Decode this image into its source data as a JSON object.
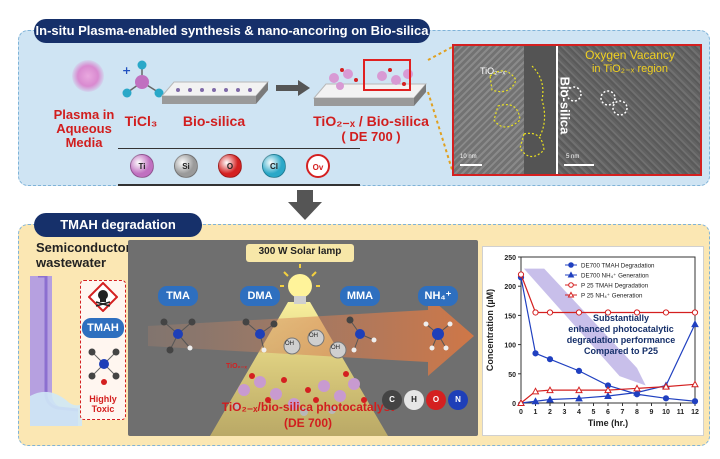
{
  "top": {
    "header": "In-situ Plasma-enabled synthesis & nano-ancoring on Bio-silica",
    "plasma_label": "Plasma in Aqueous Media",
    "ticl3_label": "TiCl₃",
    "biosilica_label": "Bio-silica",
    "product_label": "TiO₂₋ₓ / Bio-silica",
    "product_sub": "( DE 700 )",
    "legend": [
      {
        "sym": "Ti",
        "color": "#c070c0"
      },
      {
        "sym": "Si",
        "color": "#9a9a9a"
      },
      {
        "sym": "O",
        "color": "#d42020"
      },
      {
        "sym": "Cl",
        "color": "#2aa8c8"
      },
      {
        "sym": "Ov",
        "color": "#ffffff"
      }
    ],
    "tem_tio2": "TiO₂₋ₓ",
    "tem_biosilica": "Bio-silica",
    "tem_vacancy_title": "Oxygen Vacancy",
    "tem_vacancy_sub": "in TiO₂₋ₓ region",
    "scale_left": "10 nm",
    "scale_right": "5 nm"
  },
  "bottom": {
    "header": "TMAH degradation",
    "wastewater_label": "Semiconductor wastewater",
    "tmah_label": "TMAH",
    "toxic_label": "Highly Toxic",
    "lamp_label": "300 W Solar lamp",
    "molecules": [
      "TMA",
      "DMA",
      "MMA",
      "NH₄⁺"
    ],
    "catalyst_label": "TiO₂₋ₓ/bio-silica photocatalyst",
    "catalyst_sub": "(DE 700)",
    "tio2_small": "TiO₂₋ₓ",
    "radical": "OH",
    "atom_legend": [
      {
        "sym": "C",
        "color": "#444444"
      },
      {
        "sym": "H",
        "color": "#e6e6e6"
      },
      {
        "sym": "O",
        "color": "#d42020"
      },
      {
        "sym": "N",
        "color": "#1e3fb8"
      }
    ]
  },
  "chart_data": {
    "type": "line",
    "xlabel": "Time (hr.)",
    "ylabel": "Concentration (µM)",
    "xlim": [
      0,
      12
    ],
    "ylim": [
      0,
      250
    ],
    "xticks": [
      0,
      1,
      2,
      3,
      4,
      5,
      6,
      7,
      8,
      9,
      10,
      11,
      12
    ],
    "yticks": [
      0,
      50,
      100,
      150,
      200,
      250
    ],
    "x": [
      0,
      1,
      2,
      4,
      6,
      8,
      10,
      12
    ],
    "annotation": "Substantially enhanced photocatalytic degradation performance Compared to P25",
    "legend_position": "top-right",
    "series": [
      {
        "name": "DE700 TMAH Degradation",
        "color": "#2040c0",
        "marker": "filled-circle",
        "values": [
          215,
          85,
          75,
          55,
          30,
          15,
          8,
          3
        ]
      },
      {
        "name": "DE700 NH₄⁺ Generation",
        "color": "#2040c0",
        "marker": "filled-triangle",
        "values": [
          0,
          3,
          6,
          8,
          12,
          18,
          30,
          135
        ]
      },
      {
        "name": "P 25 TMAH Degradation",
        "color": "#d42020",
        "marker": "open-circle",
        "values": [
          220,
          155,
          155,
          155,
          155,
          155,
          155,
          155
        ]
      },
      {
        "name": "P 25 NH₄⁺ Generation",
        "color": "#d42020",
        "marker": "open-triangle",
        "values": [
          0,
          20,
          22,
          22,
          22,
          25,
          28,
          32
        ]
      }
    ]
  }
}
